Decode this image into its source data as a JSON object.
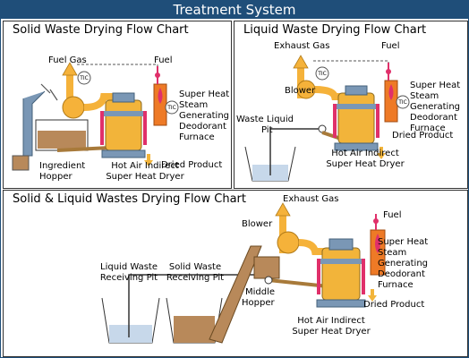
{
  "header": {
    "title": "Treatment System"
  },
  "panels": {
    "solid": {
      "title": "Solid Waste Drying Flow Chart",
      "labels": {
        "fuel_gas": "Fuel Gas",
        "fuel": "Fuel",
        "tic_top": "TIC",
        "tic_side": "TIC",
        "furnace": [
          "Super Heat",
          "Steam",
          "Generating",
          "Deodorant",
          "Furnace"
        ],
        "dried_product": "Dried Product",
        "hopper": [
          "Ingredient",
          "Hopper"
        ],
        "dryer": [
          "Hot Air Indirect",
          "Super Heat Dryer"
        ]
      }
    },
    "liquid": {
      "title": "Liquid Waste Drying Flow Chart",
      "labels": {
        "exhaust_gas": "Exhaust Gas",
        "fuel": "Fuel",
        "blower": "Blower",
        "tic_top": "TIC",
        "tic_side": "TIC",
        "furnace": [
          "Super Heat",
          "Steam",
          "Generating",
          "Deodorant",
          "Furnace"
        ],
        "pit": [
          "Waste Liquid",
          "Pit"
        ],
        "dried_product": "Dried Product",
        "dryer": [
          "Hot Air Indirect",
          "Super Heat Dryer"
        ]
      }
    },
    "combined": {
      "title": "Solid & Liquid Wastes Drying Flow Chart",
      "labels": {
        "exhaust_gas": "Exhaust Gas",
        "fuel": "Fuel",
        "blower": "Blower",
        "furnace": [
          "Super Heat",
          "Steam",
          "Generating",
          "Deodorant",
          "Furnace"
        ],
        "liquid_pit": [
          "Liquid Waste",
          "Receiving Pit"
        ],
        "solid_pit": [
          "Solid Waste",
          "Receiving Pit"
        ],
        "middle_hopper": [
          "Middle",
          "Hopper"
        ],
        "dried_product": "Dried Product",
        "dryer": [
          "Hot Air Indirect",
          "Super Heat Dryer"
        ]
      }
    }
  },
  "colors": {
    "header_bg": "#1f4e79",
    "dryer_body": "#f2b43a",
    "dryer_outline": "#8c6a1e",
    "blue_steel": "#7a97b5",
    "pipe_orange": "#f5b23a",
    "furnace_orange": "#ee7a26",
    "red_pipe": "#e0306a",
    "conveyor": "#a87a3a",
    "waste_brown": "#b8895a",
    "liquid": "#c7d8ea"
  },
  "icons": [
    "flame-icon",
    "down-arrow-icon",
    "up-arrow-icon"
  ]
}
